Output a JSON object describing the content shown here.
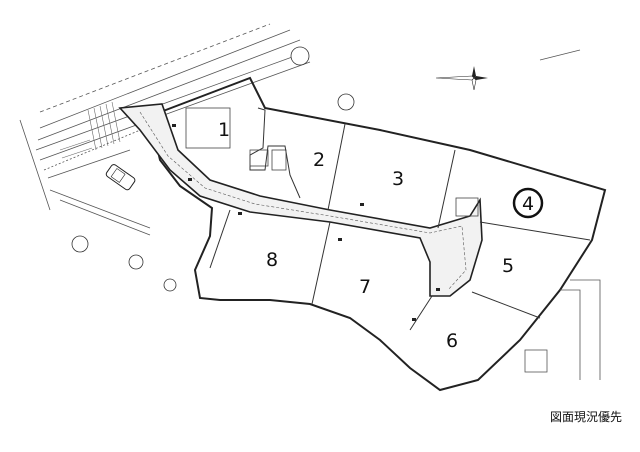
{
  "plan": {
    "lots": [
      {
        "number": "1"
      },
      {
        "number": "2"
      },
      {
        "number": "3"
      },
      {
        "number": "4",
        "highlighted": true
      },
      {
        "number": "5"
      },
      {
        "number": "6"
      },
      {
        "number": "7"
      },
      {
        "number": "8"
      }
    ],
    "caption": "図面現況優先",
    "colors": {
      "line": "#333333",
      "boundary": "#222222",
      "road_fill": "#f2f2f2"
    },
    "icons": [
      "compass-rose-icon",
      "car-icon"
    ]
  }
}
